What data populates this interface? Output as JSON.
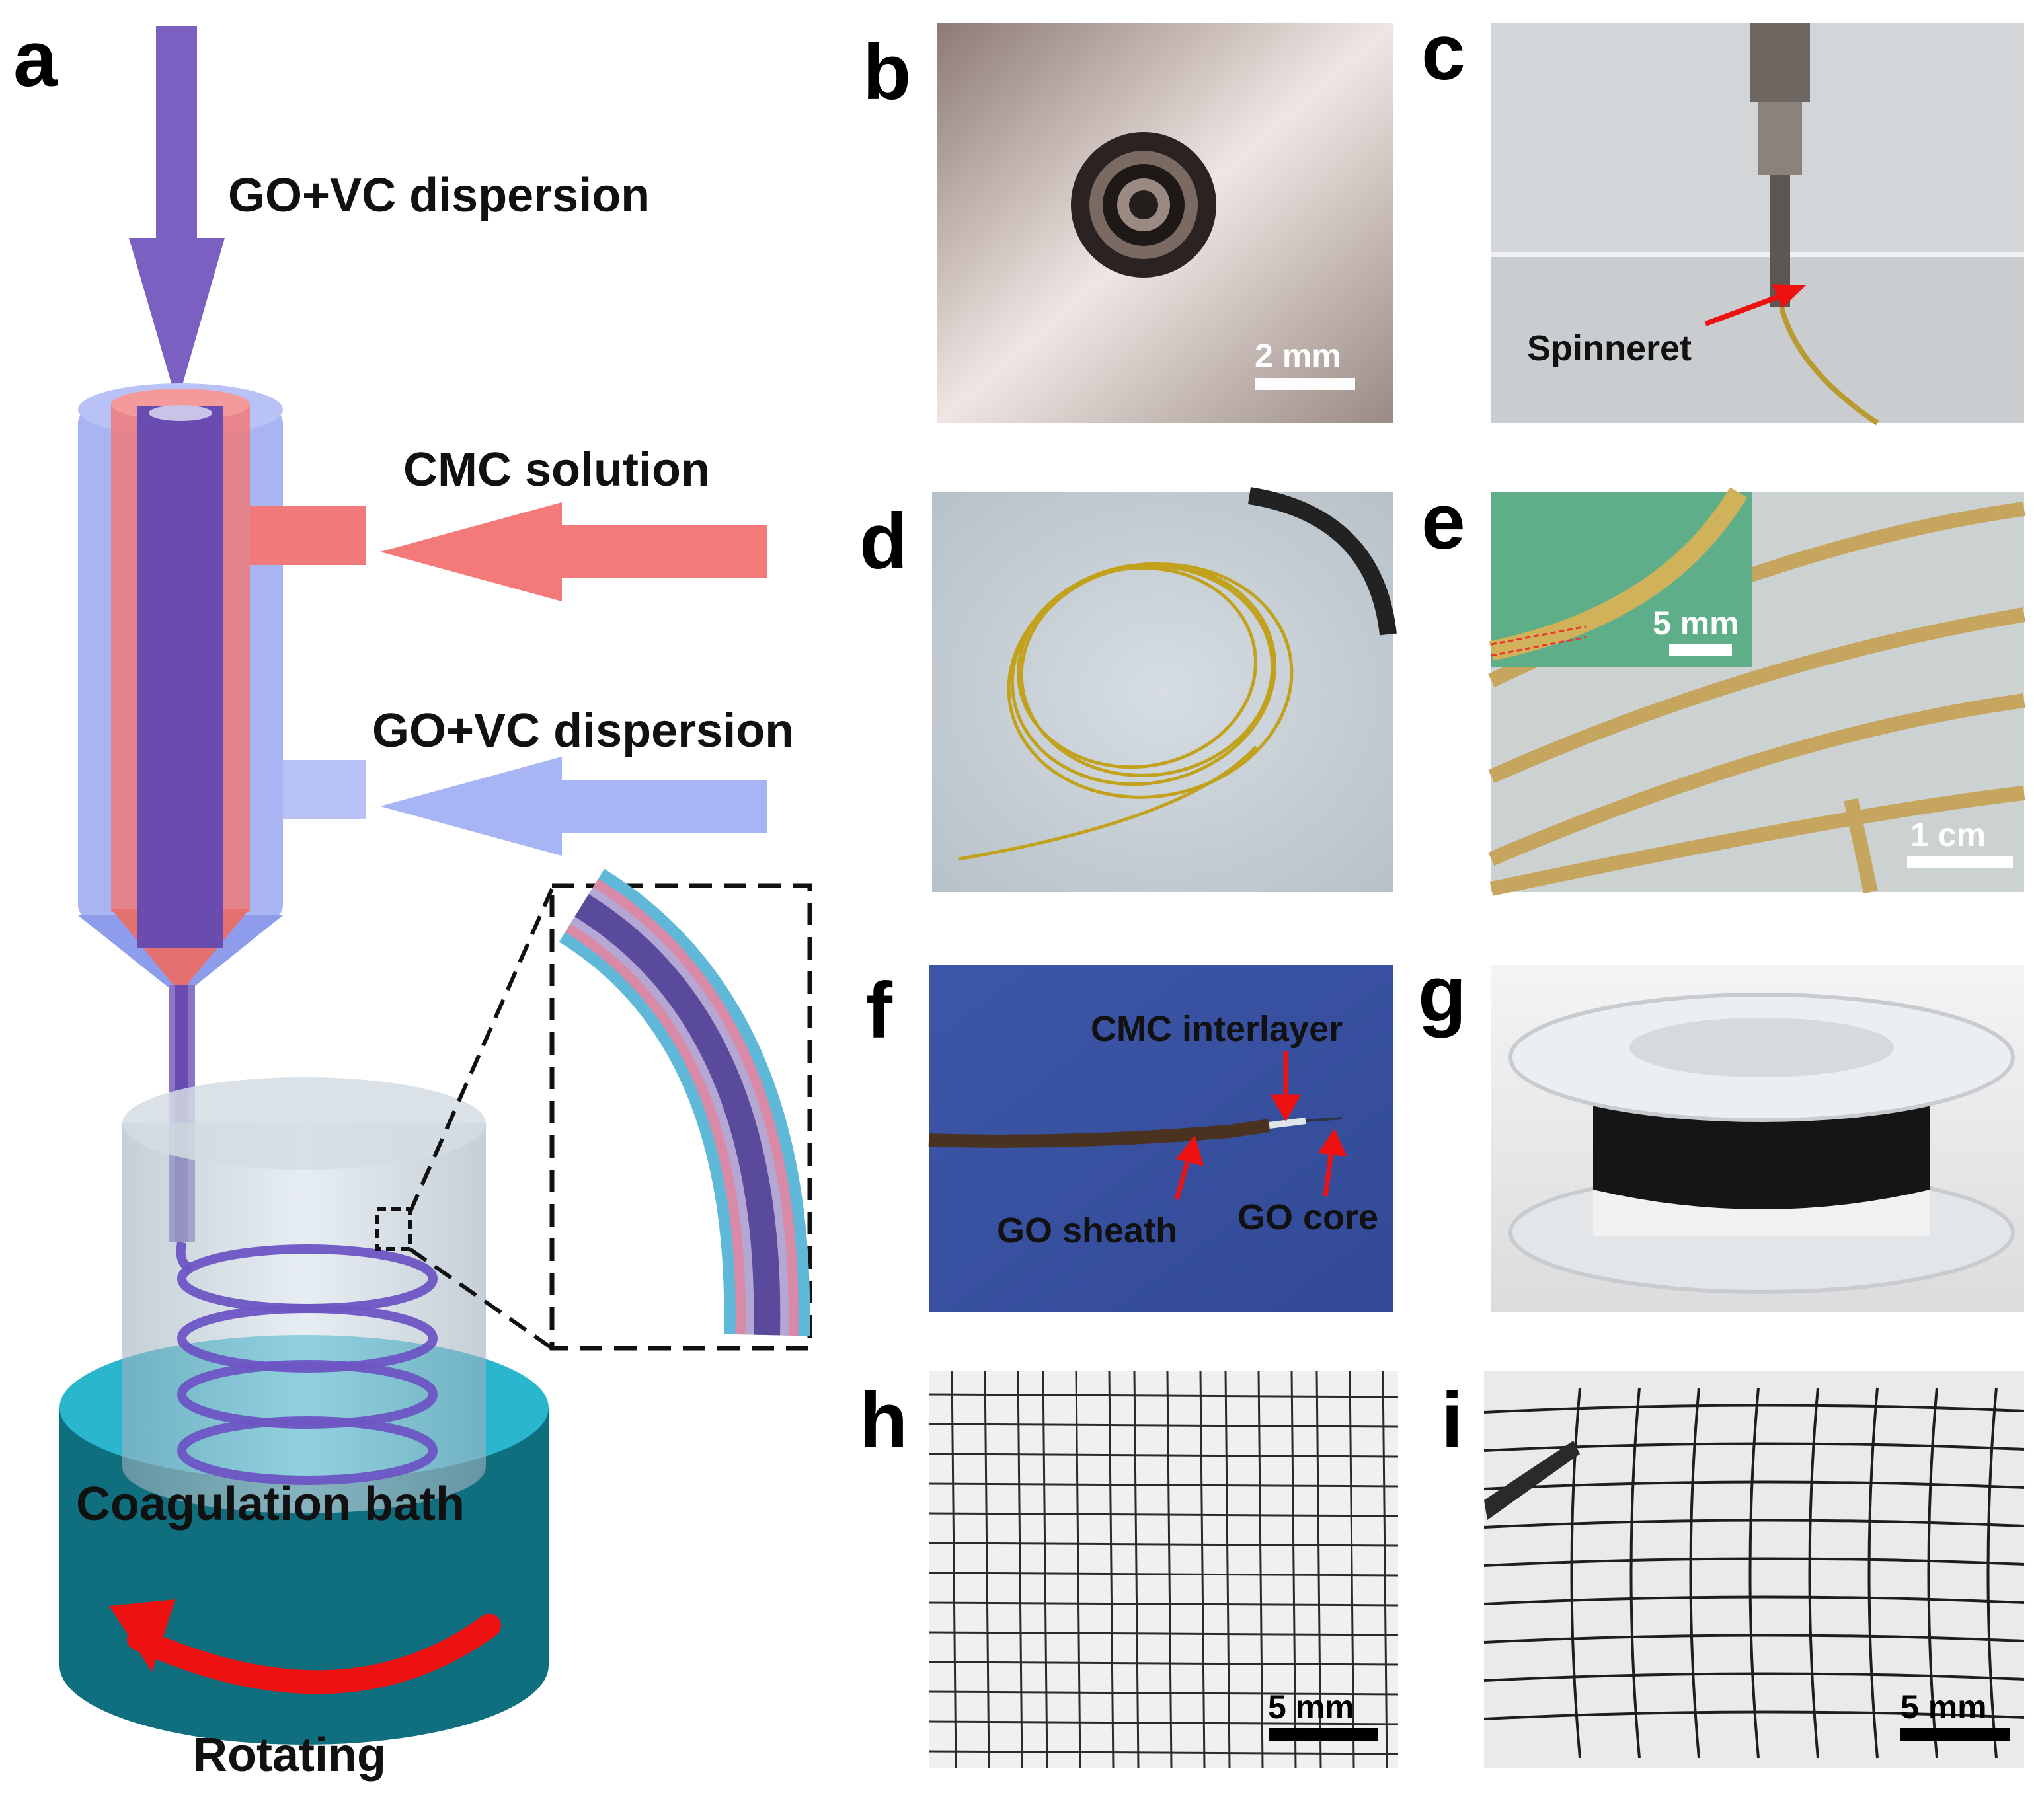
{
  "figure": {
    "panels": [
      "a",
      "b",
      "c",
      "d",
      "e",
      "f",
      "g",
      "h",
      "i"
    ],
    "schematic": {
      "inlet_top": "GO+VC dispersion",
      "inlet_side_upper": "CMC solution",
      "inlet_side_lower": "GO+VC dispersion",
      "bath": "Coagulation bath",
      "motion": "Rotating"
    },
    "photos": {
      "b": {
        "scale_bar": "2 mm"
      },
      "c": {
        "label": "Spinneret"
      },
      "e": {
        "inset_scale_bar": "5 mm",
        "scale_bar": "1 cm"
      },
      "f": {
        "label_interlayer": "CMC interlayer",
        "label_sheath": "GO sheath",
        "label_core": "GO core"
      },
      "h": {
        "scale_bar": "5 mm"
      },
      "i": {
        "scale_bar": "5 mm"
      }
    },
    "colors": {
      "core": "#6a4bb0",
      "sheath": "#f07a7a",
      "outer": "#9aa8f0",
      "bath_base": "#0f6f7f",
      "arrow_red": "#e11"
    }
  }
}
